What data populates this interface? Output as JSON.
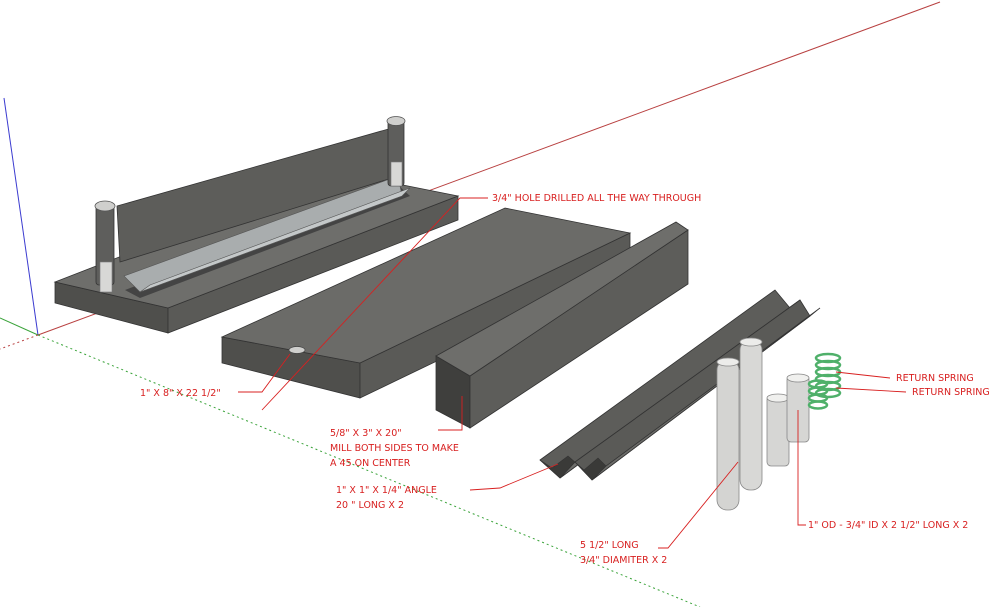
{
  "colors": {
    "annotation": "#d82020",
    "steel_top": "#6e6e6b",
    "steel_side": "#4f4f4c",
    "steel_edge": "#3a3a38",
    "rod": "#d4d4d2",
    "spring": "#4fb06a",
    "axis_red": "#b84040",
    "axis_green": "#3aa33a",
    "axis_blue": "#3b3bd0"
  },
  "annotations": {
    "hole": "3/4\" HOLE DRILLED ALL THE WAY THROUGH",
    "base_plate": "1\" X 8\" X 22 1/2\"",
    "bar_line1": "5/8\" X 3\" X 20\"",
    "bar_line2": "MILL BOTH SIDES TO MAKE",
    "bar_line3": "A 45 ON CENTER",
    "angle_line1": "1\" X 1\" X 1/4\"  ANGLE",
    "angle_line2": "20 \" LONG X 2",
    "rod_line1": "5 1/2\" LONG",
    "rod_line2": "3/4\" DIAMITER  X 2",
    "spring_1": "RETURN SPRING",
    "spring_2": "RETURN SPRING",
    "tube": "1\" OD  - 3/4\" ID X 2 1/2\" LONG X 2"
  }
}
